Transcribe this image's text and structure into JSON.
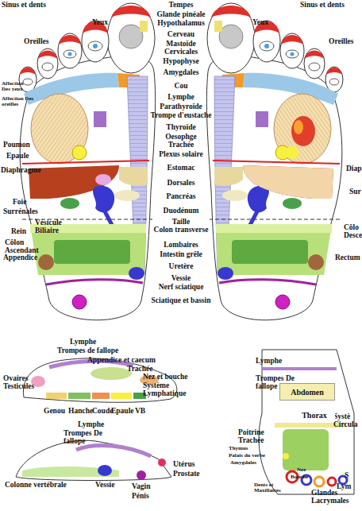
{
  "diagram": {
    "nodes": [
      {
        "text": [
          "Abdomen"
        ]
      },
      {
        "text": [
          "Thorax"
        ]
      }
    ],
    "labels": [
      "Sinus et dents",
      "Tempes",
      "Sinus et dents",
      "Yeux",
      "Yeux",
      "Oreilles",
      "Oreilles",
      "Glande pinéale",
      "Hypothalamus",
      "Cerveau",
      "Mastoïde",
      "Cervicales",
      "Hypophyse",
      "Amygdales",
      "Cou",
      "Lymphe",
      "Parathyroïde",
      "Trompe d'eustache",
      "Thyroïde",
      "Oesophge",
      "Trachée",
      "Plexus solaire",
      "Estomac",
      "Dorsales",
      "Pancréas",
      "Duodénum",
      "Taille",
      "Colon transverse",
      "Lombaires",
      "Intestin grêle",
      "Uretère",
      "Vessie",
      "Nerf sciatique",
      "Sciatique et bassin",
      "Affection Des yeux",
      "Affection Des oreilles",
      "Poumon",
      "Epaule",
      "Diaphragme",
      "Foie",
      "Surrénales",
      "Vésicule Biliaire",
      "Rein",
      "Côlon Ascendant",
      "Appendice",
      "Diap",
      "Sur",
      "Côlo Desce",
      "Rectum",
      "Lymphe",
      "Trompes de fallope",
      "Appendice et caecum",
      "Trachée",
      "Nez et bouche",
      "Système Lymphatique",
      "Ovaires Testicules",
      "Genou",
      "Hanche",
      "Coude",
      "Epaule",
      "VB",
      "Lymphe",
      "Trompes De fallope",
      "Utérus",
      "Prostate",
      "Colonne vertébrale",
      "Vessie",
      "Vagin",
      "Pénis",
      "Lymphe",
      "Trompes De fallope",
      "Systè Circula",
      "Poitrine Trachée",
      "Thymus",
      "Palais du verbe",
      "Amygdales",
      "Nez",
      "Bouche",
      "Dents et Maxillaires",
      "Glandes Lacrymales",
      "S",
      "Lym"
    ]
  }
}
